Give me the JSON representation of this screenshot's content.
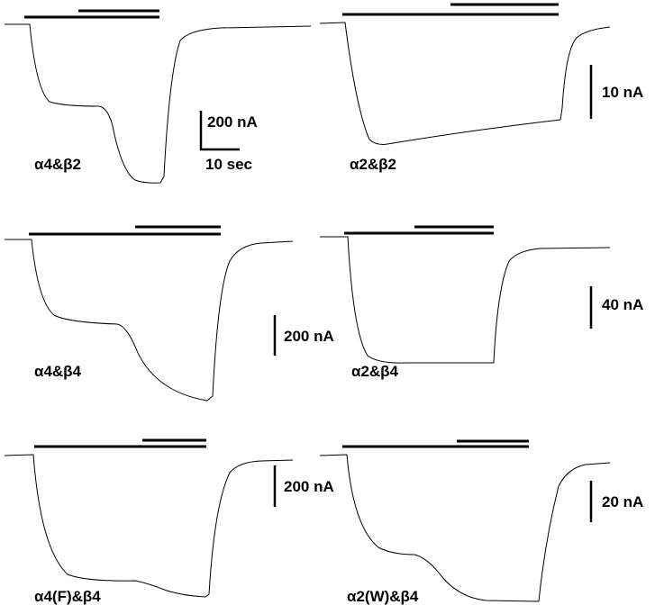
{
  "panels": [
    {
      "label": "α4&β2",
      "scale_current": "200 nA",
      "scale_time": "10 sec"
    },
    {
      "label": "α2&β2",
      "scale_current": "10 nA"
    },
    {
      "label": "α4&β4",
      "scale_current": "200 nA"
    },
    {
      "label": "α2&β4",
      "scale_current": "40 nA"
    },
    {
      "label": "α4(F)&β4",
      "scale_current": "200 nA"
    },
    {
      "label": "α2(W)&β4",
      "scale_current": "20 nA"
    }
  ]
}
